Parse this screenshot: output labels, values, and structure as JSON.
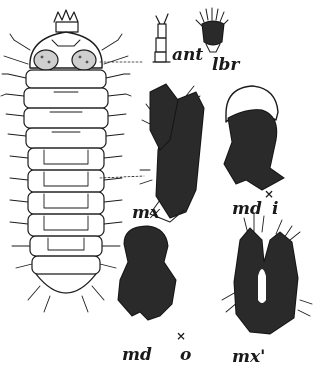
{
  "figure": {
    "labels": {
      "antenna": "ant",
      "labrum": "lbr",
      "maxilla": "mx",
      "mandible_inner": "md",
      "mandible_inner_suffix": "i",
      "mandible_outer": "md",
      "mandible_outer_suffix": "o",
      "labium": "mx'"
    },
    "colors": {
      "background": "#ffffff",
      "ink": "#1b1b1b",
      "shading": "#2a2a2a"
    }
  }
}
